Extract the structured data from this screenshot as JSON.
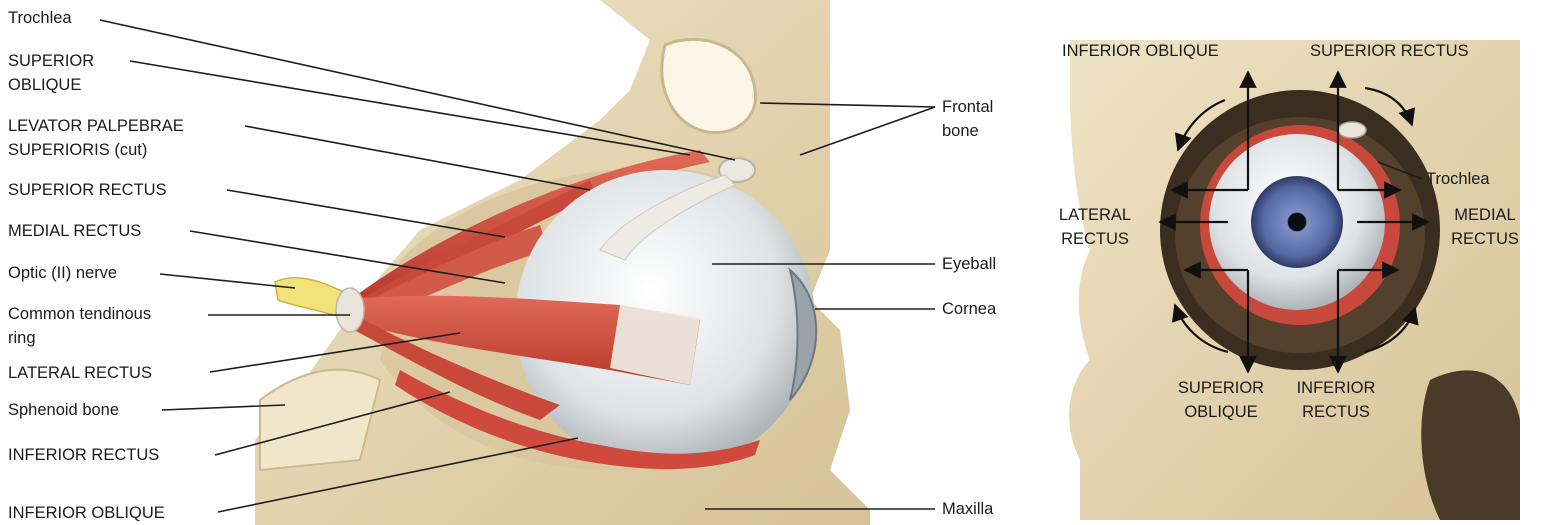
{
  "left_panel": {
    "labels": {
      "trochlea": "Trochlea",
      "superior_oblique_1": "SUPERIOR",
      "superior_oblique_2": "OBLIQUE",
      "levator_1": "LEVATOR PALPEBRAE",
      "levator_2": "SUPERIORIS (cut)",
      "superior_rectus": "SUPERIOR RECTUS",
      "medial_rectus": "MEDIAL RECTUS",
      "optic_nerve": "Optic (II) nerve",
      "common_ring_1": "Common tendinous",
      "common_ring_2": "ring",
      "lateral_rectus": "LATERAL RECTUS",
      "sphenoid": "Sphenoid bone",
      "inferior_rectus": "INFERIOR RECTUS",
      "inferior_oblique": "INFERIOR OBLIQUE",
      "frontal_1": "Frontal",
      "frontal_2": "bone",
      "eyeball": "Eyeball",
      "cornea": "Cornea",
      "maxilla": "Maxilla"
    }
  },
  "right_panel": {
    "labels": {
      "inferior_oblique": "INFERIOR OBLIQUE",
      "superior_rectus": "SUPERIOR RECTUS",
      "trochlea": "Trochlea",
      "lateral_1": "LATERAL",
      "lateral_2": "RECTUS",
      "medial_1": "MEDIAL",
      "medial_2": "RECTUS",
      "sup_oblique_1": "SUPERIOR",
      "sup_oblique_2": "OBLIQUE",
      "inf_rectus_1": "INFERIOR",
      "inf_rectus_2": "RECTUS"
    }
  },
  "colors": {
    "bone": "#e6d6b3",
    "bone_shadow": "#c9b58c",
    "muscle": "#cf4a3c",
    "muscle_dark": "#a8302a",
    "tendon": "#e8e4dc",
    "eyeball": "#e9ecee",
    "nerve": "#f0e27a",
    "iris": "#5c6ea8",
    "line": "#222222"
  }
}
